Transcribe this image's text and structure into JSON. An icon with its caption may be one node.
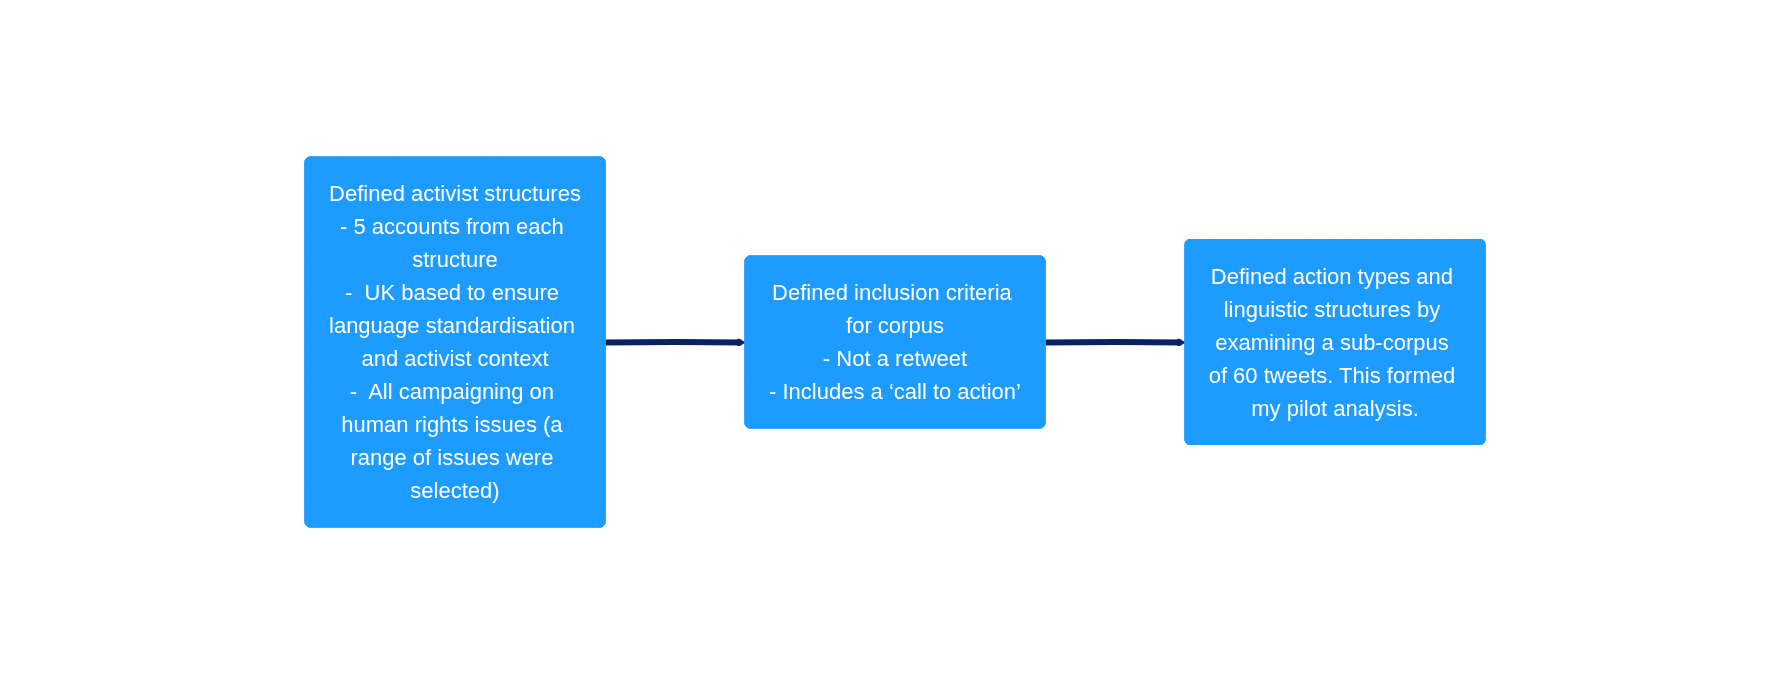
{
  "diagram": {
    "nodes": [
      {
        "text": [
          "Defined activist structures",
          "- 5 accounts from each structure",
          "-  UK based to ensure language standardisation and activist context",
          "-  All campaigning on human rights issues (a range of issues were selected)"
        ]
      },
      {
        "text": [
          "Defined inclusion criteria for corpus",
          "- Not a retweet",
          "- Includes a ‘call to action’"
        ]
      },
      {
        "text": [
          "Defined action types and linguistic structures by examining a sub-corpus of 60 tweets. This formed my pilot analysis."
        ]
      }
    ],
    "edges": [
      {
        "from": 0,
        "to": 1,
        "arrow": "to"
      },
      {
        "from": 1,
        "to": 2,
        "arrow": "to"
      }
    ]
  }
}
